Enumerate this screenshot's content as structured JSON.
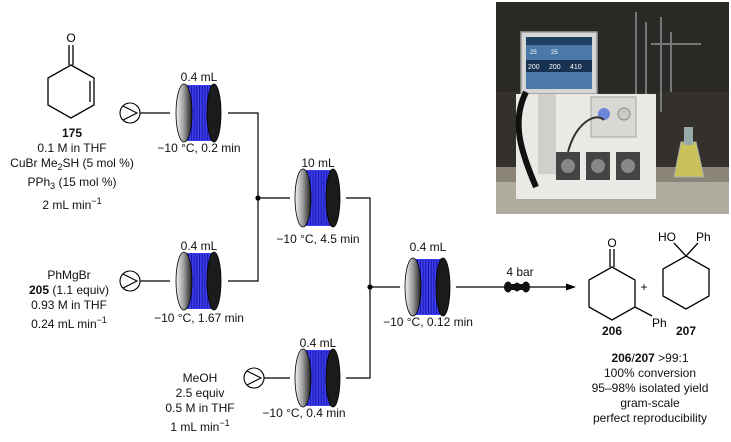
{
  "reagents": {
    "enone": {
      "compound": "175",
      "conc": "0.1 M in THF",
      "catalyst_pre": "CuBr Me",
      "catalyst_sub": "2",
      "catalyst_post": "SH (5 mol %)",
      "ligand_pre": "PPh",
      "ligand_sub": "3",
      "ligand_post": " (15 mol %)",
      "flow": "2 mL min",
      "flow_exp": "−1"
    },
    "grignard": {
      "name": "PhMgBr",
      "compound": "205",
      "equiv": " (1.1 equiv)",
      "conc": "0.93 M in THF",
      "flow": "0.24 mL min",
      "flow_exp": "−1"
    },
    "quench": {
      "name": "MeOH",
      "equiv": "2.5 equiv",
      "conc": "0.5 M in THF",
      "flow": "1 mL min",
      "flow_exp": "−1"
    }
  },
  "coils": {
    "c1": {
      "volume": "0.4 mL",
      "conditions": "−10 °C, 0.2 min"
    },
    "c2": {
      "volume": "0.4 mL",
      "conditions": "−10 °C, 1.67 min"
    },
    "c3": {
      "volume": "10 mL",
      "conditions": "−10 °C, 4.5 min"
    },
    "c4": {
      "volume": "0.4 mL",
      "conditions": "−10 °C, 0.12 min"
    },
    "c5": {
      "volume": "0.4 mL",
      "conditions": "−10 °C, 0.4 min"
    }
  },
  "bpr": {
    "label": "4 bar"
  },
  "products": {
    "major": "206",
    "minor": "207",
    "plus": "+",
    "atom_o": "O",
    "atom_ho": "HO",
    "atom_ph": "Ph"
  },
  "results": {
    "ratio_a": "206",
    "ratio_sep": "/",
    "ratio_b": "207",
    "ratio_val": " >99:1",
    "conversion": "100% conversion",
    "yield": "95–98% isolated yield",
    "scale": "gram-scale",
    "repro": "perfect reproducibility"
  },
  "photo": {
    "panel_values": [
      "25",
      "25",
      "200",
      "200",
      "410"
    ]
  },
  "colors": {
    "coil": "#3b3bf0",
    "line": "#000000"
  }
}
